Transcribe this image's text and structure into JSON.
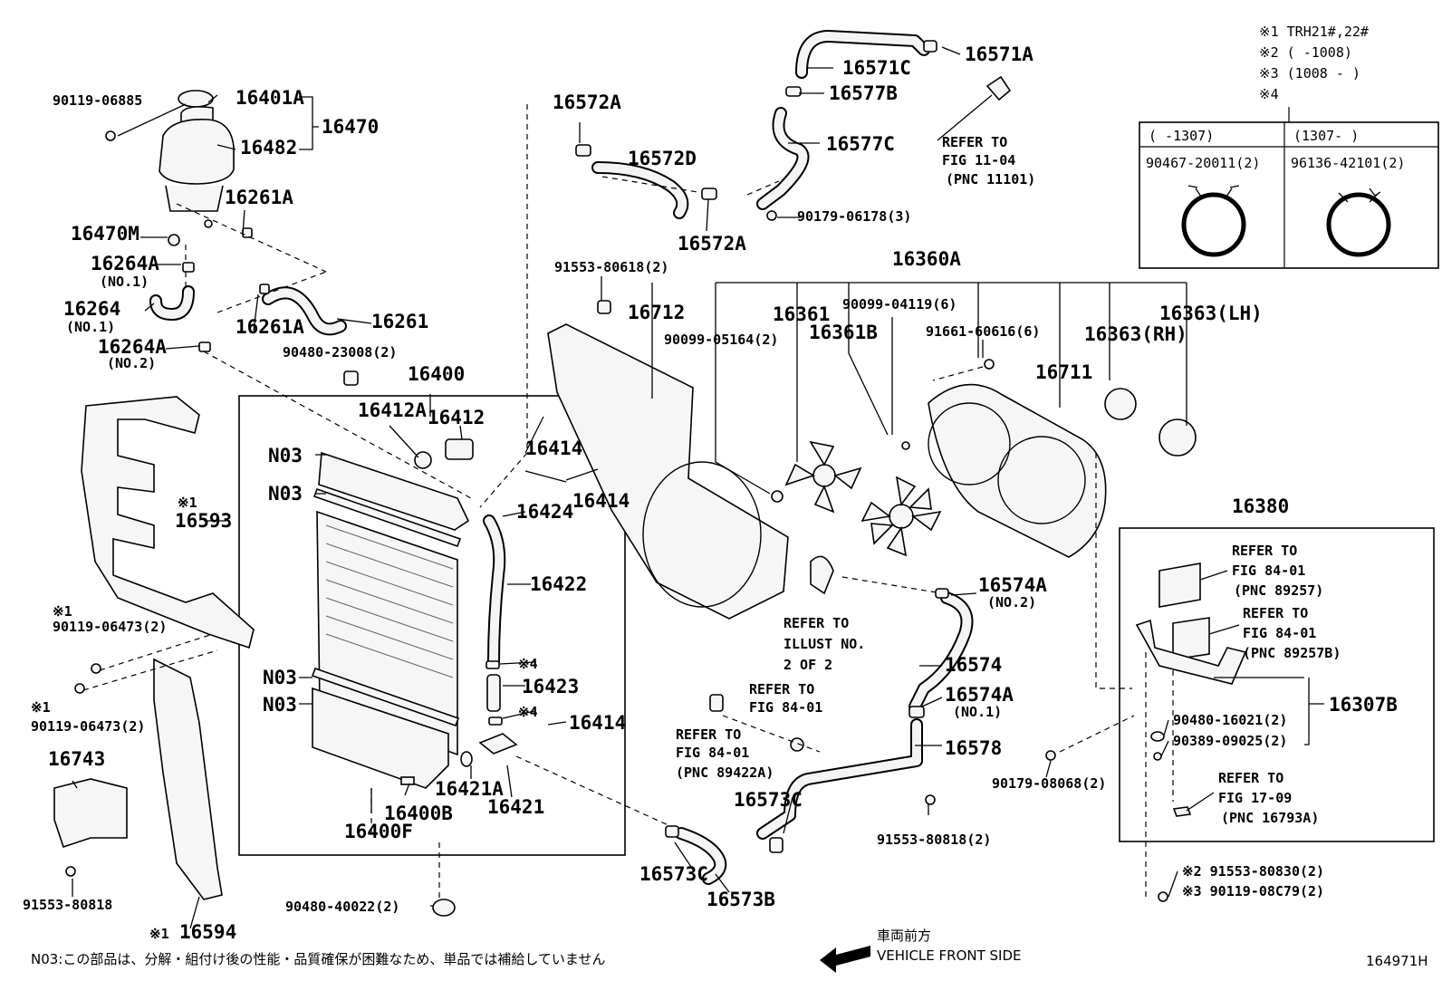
{
  "diagram": {
    "legend": {
      "note1": "※1 TRH21#,22#",
      "note2": "※2 (      -1008)",
      "note3": "※3 (1008 -      )",
      "note4": "※4",
      "period_left": "(     -1307)",
      "period_right": "(1307-      )",
      "clamp_left": "90467-20011(2)",
      "clamp_right": "96136-42101(2)"
    },
    "labels": [
      {
        "id": "90119-06885",
        "text": "90119-06885"
      },
      {
        "id": "16401A",
        "text": "16401A"
      },
      {
        "id": "16470",
        "text": "16470"
      },
      {
        "id": "16482",
        "text": "16482"
      },
      {
        "id": "16261A-top",
        "text": "16261A"
      },
      {
        "id": "16470M",
        "text": "16470M"
      },
      {
        "id": "16264A-no1",
        "text": "16264A"
      },
      {
        "id": "16264A-no1-sub",
        "text": "(NO.1)"
      },
      {
        "id": "16264",
        "text": "16264"
      },
      {
        "id": "16264-sub",
        "text": "(NO.1)"
      },
      {
        "id": "16261A-mid",
        "text": "16261A"
      },
      {
        "id": "16261",
        "text": "16261"
      },
      {
        "id": "16264A-no2",
        "text": "16264A"
      },
      {
        "id": "16264A-no2-sub",
        "text": "(NO.2)"
      },
      {
        "id": "90480-23008",
        "text": "90480-23008(2)"
      },
      {
        "id": "16400",
        "text": "16400"
      },
      {
        "id": "16412A",
        "text": "16412A"
      },
      {
        "id": "16412",
        "text": "16412"
      },
      {
        "id": "16414-a",
        "text": "16414"
      },
      {
        "id": "16414-b",
        "text": "16414"
      },
      {
        "id": "16424",
        "text": "16424"
      },
      {
        "id": "N03-a",
        "text": "N03"
      },
      {
        "id": "N03-b",
        "text": "N03"
      },
      {
        "id": "N03-c",
        "text": "N03"
      },
      {
        "id": "N03-d",
        "text": "N03"
      },
      {
        "id": "16422",
        "text": "16422"
      },
      {
        "id": "s4-a",
        "text": "※4"
      },
      {
        "id": "16423",
        "text": "16423"
      },
      {
        "id": "s4-b",
        "text": "※4"
      },
      {
        "id": "16414-c",
        "text": "16414"
      },
      {
        "id": "16421A",
        "text": "16421A"
      },
      {
        "id": "16421",
        "text": "16421"
      },
      {
        "id": "16400B",
        "text": "16400B"
      },
      {
        "id": "16400F",
        "text": "16400F"
      },
      {
        "id": "90480-40022",
        "text": "90480-40022(2)"
      },
      {
        "id": "s1-16593",
        "text": "※1"
      },
      {
        "id": "16593",
        "text": "16593"
      },
      {
        "id": "s1-a",
        "text": "※1"
      },
      {
        "id": "90119-06473-a",
        "text": "90119-06473(2)"
      },
      {
        "id": "s1-b",
        "text": "※1"
      },
      {
        "id": "90119-06473-b",
        "text": "90119-06473(2)"
      },
      {
        "id": "16743",
        "text": "16743"
      },
      {
        "id": "91553-80818-left",
        "text": "91553-80818"
      },
      {
        "id": "s1-16594",
        "text": "※1"
      },
      {
        "id": "16594",
        "text": "16594"
      },
      {
        "id": "16572A-top",
        "text": "16572A"
      },
      {
        "id": "16572D",
        "text": "16572D"
      },
      {
        "id": "16572A-bot",
        "text": "16572A"
      },
      {
        "id": "16571C",
        "text": "16571C"
      },
      {
        "id": "16571A",
        "text": "16571A"
      },
      {
        "id": "16577B",
        "text": "16577B"
      },
      {
        "id": "16577C",
        "text": "16577C"
      },
      {
        "id": "90179-06178",
        "text": "90179-06178(3)"
      },
      {
        "id": "refer-11-04-a",
        "text": "REFER TO"
      },
      {
        "id": "refer-11-04-b",
        "text": "FIG 11-04"
      },
      {
        "id": "refer-11-04-c",
        "text": "(PNC 11101)"
      },
      {
        "id": "91553-80618",
        "text": "91553-80618(2)"
      },
      {
        "id": "16360A",
        "text": "16360A"
      },
      {
        "id": "16712",
        "text": "16712"
      },
      {
        "id": "90099-05164",
        "text": "90099-05164(2)"
      },
      {
        "id": "16361",
        "text": "16361"
      },
      {
        "id": "16361B",
        "text": "16361B"
      },
      {
        "id": "90099-04119",
        "text": "90099-04119(6)"
      },
      {
        "id": "91661-60616",
        "text": "91661-60616(6)"
      },
      {
        "id": "16363LH",
        "text": "16363(LH)"
      },
      {
        "id": "16363RH",
        "text": "16363(RH)"
      },
      {
        "id": "16711",
        "text": "16711"
      },
      {
        "id": "refer-illust-a",
        "text": "REFER TO"
      },
      {
        "id": "refer-illust-b",
        "text": "ILLUST NO."
      },
      {
        "id": "refer-illust-c",
        "text": "2 OF 2"
      },
      {
        "id": "16574A-no2",
        "text": "16574A"
      },
      {
        "id": "16574A-no2-sub",
        "text": "(NO.2)"
      },
      {
        "id": "16574",
        "text": "16574"
      },
      {
        "id": "16574A-no1",
        "text": "16574A"
      },
      {
        "id": "16574A-no1-sub",
        "text": "(NO.1)"
      },
      {
        "id": "16578",
        "text": "16578"
      },
      {
        "id": "refer-84-01-a1",
        "text": "REFER TO"
      },
      {
        "id": "refer-84-01-a2",
        "text": "FIG 84-01"
      },
      {
        "id": "refer-84-01-b1",
        "text": "REFER TO"
      },
      {
        "id": "refer-84-01-b2",
        "text": "FIG 84-01"
      },
      {
        "id": "refer-84-01-b3",
        "text": "(PNC 89422A)"
      },
      {
        "id": "16573C-a",
        "text": "16573C"
      },
      {
        "id": "16573C-b",
        "text": "16573C"
      },
      {
        "id": "16573B",
        "text": "16573B"
      },
      {
        "id": "91553-80818-mid",
        "text": "91553-80818(2)"
      },
      {
        "id": "16380",
        "text": "16380"
      },
      {
        "id": "refer-89257-a",
        "text": "REFER TO"
      },
      {
        "id": "refer-89257-b",
        "text": "FIG 84-01"
      },
      {
        "id": "refer-89257-c",
        "text": "(PNC 89257)"
      },
      {
        "id": "refer-89257B-a",
        "text": "REFER TO"
      },
      {
        "id": "refer-89257B-b",
        "text": "FIG 84-01"
      },
      {
        "id": "refer-89257B-c",
        "text": "(PNC 89257B)"
      },
      {
        "id": "16307B",
        "text": "16307B"
      },
      {
        "id": "90480-16021",
        "text": "90480-16021(2)"
      },
      {
        "id": "90389-09025",
        "text": "90389-09025(2)"
      },
      {
        "id": "90179-08068",
        "text": "90179-08068(2)"
      },
      {
        "id": "refer-17-09-a",
        "text": "REFER TO"
      },
      {
        "id": "refer-17-09-b",
        "text": "FIG 17-09"
      },
      {
        "id": "refer-17-09-c",
        "text": "(PNC 16793A)"
      },
      {
        "id": "91553-80830",
        "text": "※2 91553-80830(2)"
      },
      {
        "id": "90119-08C79",
        "text": "※3 90119-08C79(2)"
      }
    ],
    "front_jp": "車両前方",
    "front_en": "VEHICLE FRONT SIDE",
    "footnote": "N03:この部品は、分解・組付け後の性能・品質確保が困難なため、単品では補給していません",
    "figure_id": "164971H"
  }
}
